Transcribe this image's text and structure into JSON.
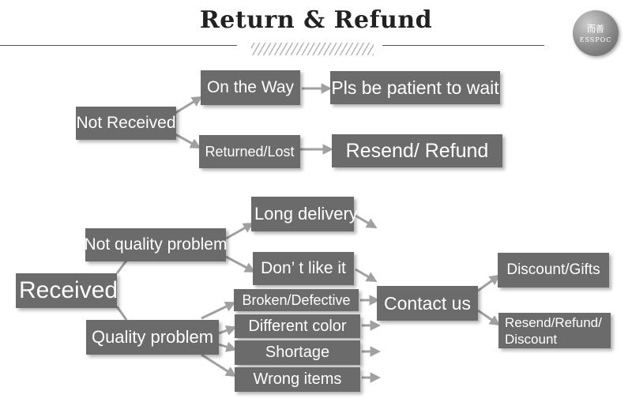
{
  "header": {
    "title": "Return & Refund",
    "logo_cn": "而善",
    "logo_en": "ESSPOC"
  },
  "nodes": {
    "not_received": "Not Received",
    "on_the_way": "On the Way",
    "pls_wait": "Pls be patient to wait",
    "returned_lost": "Returned/Lost",
    "resend_refund": "Resend/ Refund",
    "received": "Received",
    "not_quality": "Not quality problem",
    "quality": "Quality problem",
    "long_delivery": "Long delivery",
    "dont_like": "Don’ t like it",
    "broken": "Broken/Defective",
    "different_color": "Different color",
    "shortage": "Shortage",
    "wrong_items": "Wrong items",
    "contact_us": "Contact us",
    "discount_gifts": "Discount/Gifts",
    "resend_refund_discount_1": "Resend/Refund/",
    "resend_refund_discount_2": "Discount"
  },
  "colors": {
    "box": "#6b6b6b",
    "arrow": "#a0a0a0",
    "text": "#ffffff"
  }
}
